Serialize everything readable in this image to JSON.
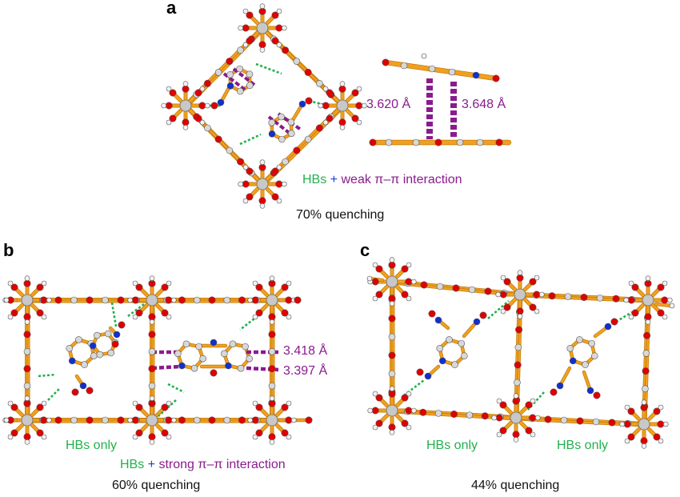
{
  "panels": {
    "a": {
      "letter": "a",
      "distance_1": "3.620 Å",
      "distance_2": "3.648 Å",
      "hb_text": "HBs",
      "plus": "+",
      "interaction_text": "weak π–π interaction",
      "quenching": "70% quenching"
    },
    "b": {
      "letter": "b",
      "hbs_only": "HBs only",
      "hb_text": "HBs",
      "plus": "+",
      "interaction_text": "strong π–π interaction",
      "distance_1": "3.418 Å",
      "distance_2": "3.397 Å",
      "quenching": "60% quenching"
    },
    "c": {
      "letter": "c",
      "hbs_only_left": "HBs only",
      "hbs_only_right": "HBs only",
      "quenching": "44% quenching"
    }
  },
  "colors": {
    "bond": "#f0a020",
    "bond_dark": "#c07808",
    "metal": "#c8c8c8",
    "oxygen": "#e00000",
    "nitrogen": "#1030d0",
    "hydrogen": "#f2f2f2",
    "hbond": "#22b14c",
    "pi_pi": "#8a1b8f"
  }
}
